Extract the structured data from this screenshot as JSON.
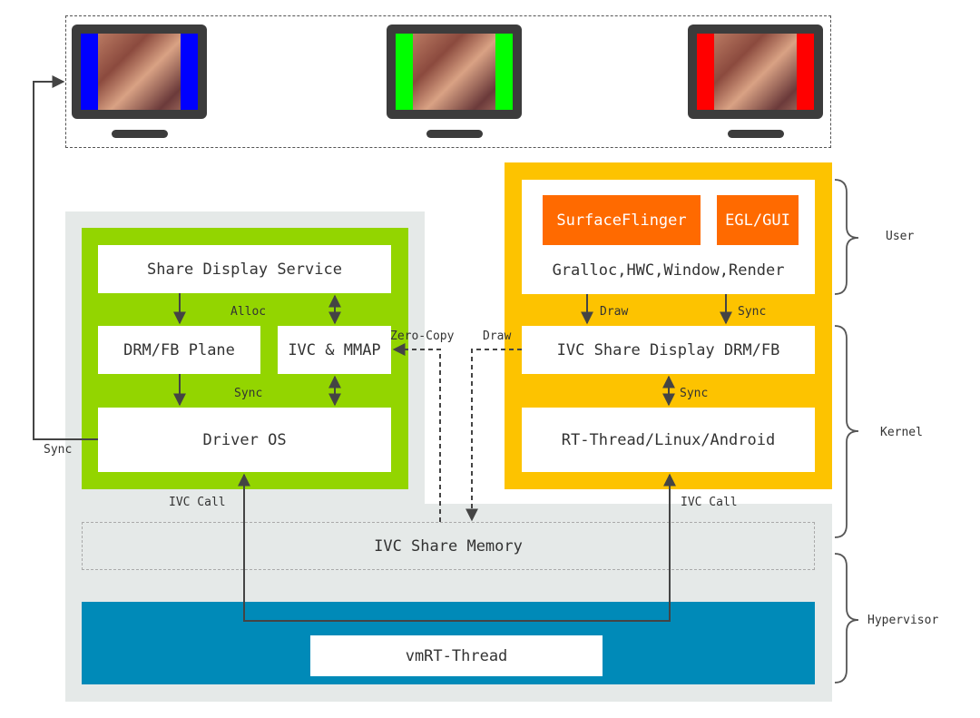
{
  "colors": {
    "green_panel": "#93d500",
    "yellow_panel": "#fdc300",
    "orange_box": "#ff6a00",
    "hypervisor_bar": "#008ab8",
    "gray_region": "#e5e9e8",
    "arrow": "#444444",
    "monitor_frame": "#3c3c3c",
    "monitor_side_colors": [
      "#0000ff",
      "#00ff00",
      "#ff0000"
    ]
  },
  "monitors": [
    {
      "name": "monitor-blue",
      "side_color": "#0000ff"
    },
    {
      "name": "monitor-green",
      "side_color": "#00ff00"
    },
    {
      "name": "monitor-red",
      "side_color": "#ff0000"
    }
  ],
  "left_vm": {
    "share_display_service": "Share Display Service",
    "drm_fb_plane": "DRM/FB Plane",
    "ivc_mmap": "IVC & MMAP",
    "driver_os": "Driver OS",
    "alloc_label": "Alloc",
    "sync_label": "Sync"
  },
  "right_vm": {
    "surfaceflinger": "SurfaceFlinger",
    "egl_gui": "EGL/GUI",
    "gralloc_line": "Gralloc,HWC,Window,Render",
    "ivc_share_display": "IVC Share Display DRM/FB",
    "os_box": "RT-Thread/Linux/Android",
    "draw_label": "Draw",
    "sync_label_top": "Sync",
    "sync_label_mid": "Sync"
  },
  "labels": {
    "zero_copy": "Zero-Copy",
    "draw": "Draw",
    "sync_left": "Sync",
    "ivc_call_left": "IVC Call",
    "ivc_call_right": "IVC Call"
  },
  "ivc_share_memory": "IVC Share Memory",
  "hypervisor_box": "vmRT-Thread",
  "layers": {
    "user": "User",
    "kernel": "Kernel",
    "hypervisor": "Hypervisor"
  }
}
